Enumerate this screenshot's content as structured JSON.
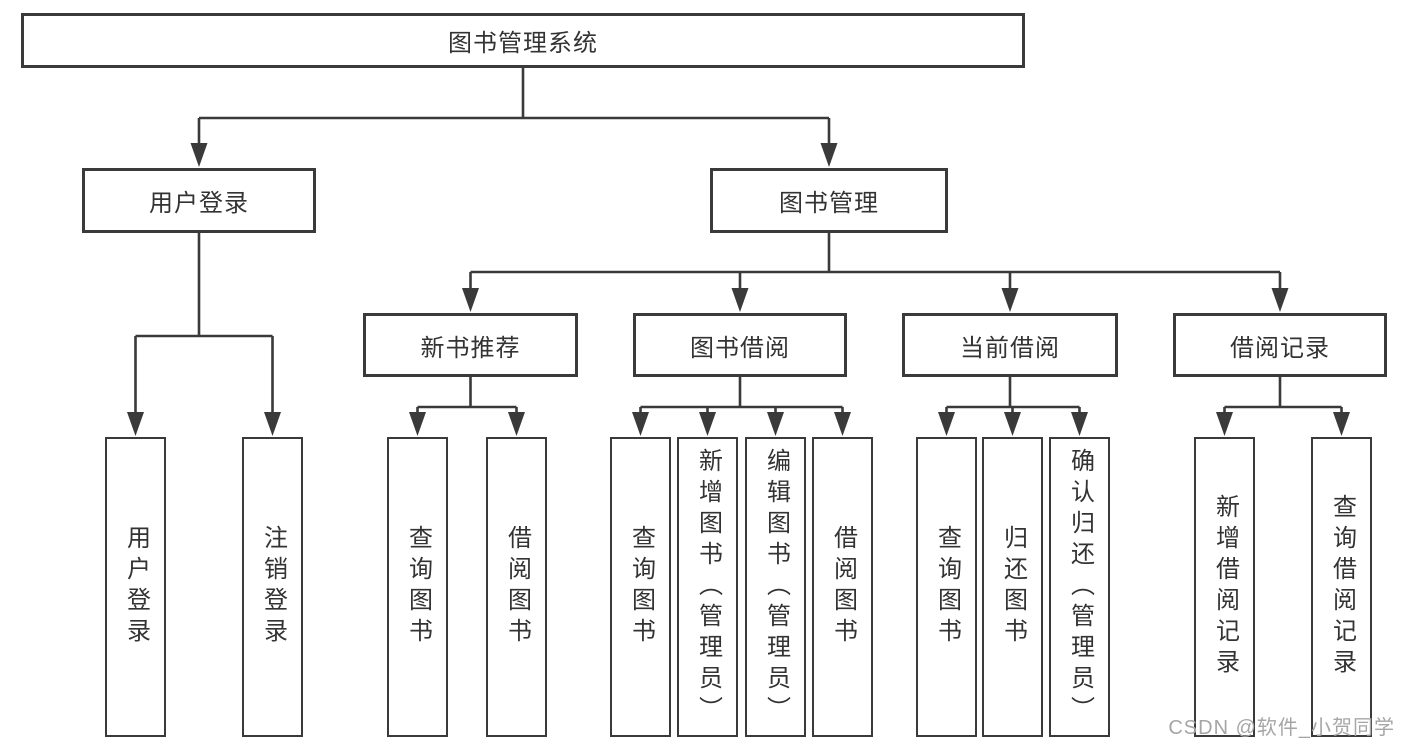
{
  "colors": {
    "line": "#3a3a3a",
    "box_border": "#3a3a3a",
    "text": "#333333",
    "watermark": "#a6a6a6",
    "background": "#ffffff"
  },
  "diagram": {
    "root": {
      "label": "图书管理系统"
    },
    "branches": [
      {
        "label": "用户登录"
      },
      {
        "label": "图书管理"
      }
    ],
    "modules": [
      {
        "label": "新书推荐"
      },
      {
        "label": "图书借阅"
      },
      {
        "label": "当前借阅"
      },
      {
        "label": "借阅记录"
      }
    ],
    "leaves": [
      {
        "label": "用户登录"
      },
      {
        "label": "注销登录"
      },
      {
        "label": "查询图书"
      },
      {
        "label": "借阅图书"
      },
      {
        "label": "查询图书"
      },
      {
        "label": "新增图书（管理员）"
      },
      {
        "label": "编辑图书（管理员）"
      },
      {
        "label": "借阅图书"
      },
      {
        "label": "查询图书"
      },
      {
        "label": "归还图书"
      },
      {
        "label": "确认归还（管理员）"
      },
      {
        "label": "新增借阅记录"
      },
      {
        "label": "查询借阅记录"
      }
    ]
  },
  "watermark": {
    "text": "CSDN @软件_小贺同学"
  }
}
